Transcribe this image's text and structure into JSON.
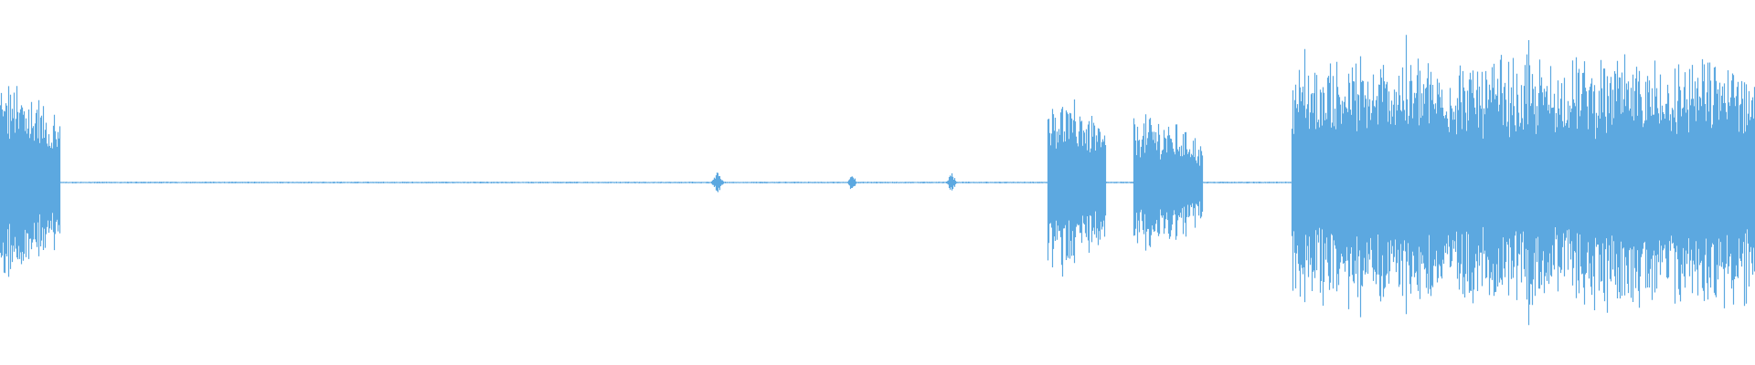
{
  "waveform": {
    "color": "#5ca8e0",
    "background": "#ffffff",
    "samples": 1920,
    "segments": [
      {
        "kind": "loud",
        "start": 0.0,
        "end": 0.034,
        "amplitude": 0.7,
        "decay": true
      },
      {
        "kind": "silence",
        "start": 0.034,
        "end": 0.597,
        "amplitude": 0.006
      },
      {
        "kind": "blip",
        "start": 0.405,
        "end": 0.412,
        "amplitude": 0.08
      },
      {
        "kind": "blip",
        "start": 0.483,
        "end": 0.488,
        "amplitude": 0.08
      },
      {
        "kind": "blip",
        "start": 0.539,
        "end": 0.545,
        "amplitude": 0.07
      },
      {
        "kind": "loud",
        "start": 0.597,
        "end": 0.63,
        "amplitude": 0.62,
        "decay": true
      },
      {
        "kind": "silence",
        "start": 0.63,
        "end": 0.646,
        "amplitude": 0.006
      },
      {
        "kind": "loud",
        "start": 0.646,
        "end": 0.685,
        "amplitude": 0.48,
        "decay": true
      },
      {
        "kind": "silence",
        "start": 0.685,
        "end": 0.736,
        "amplitude": 0.006
      },
      {
        "kind": "loud",
        "start": 0.736,
        "end": 1.0,
        "amplitude": 0.82,
        "decay": false
      }
    ]
  }
}
